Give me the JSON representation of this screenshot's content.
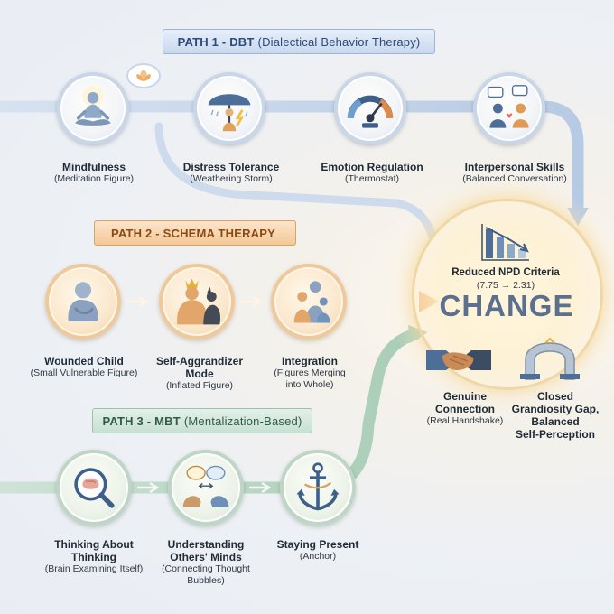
{
  "paths": [
    {
      "banner_bold": "PATH 1 - DBT",
      "banner_rest": "(Dialectical Behavior Therapy)",
      "nodes": [
        {
          "title": "Mindfulness",
          "subtitle": "(Meditation Figure)",
          "icon": "meditation-icon"
        },
        {
          "title": "Distress Tolerance",
          "subtitle": "(Weathering Storm)",
          "icon": "umbrella-storm-icon"
        },
        {
          "title": "Emotion Regulation",
          "subtitle": "(Thermostat)",
          "icon": "gauge-icon"
        },
        {
          "title": "Interpersonal Skills",
          "subtitle": "(Balanced Conversation)",
          "icon": "conversation-icon"
        }
      ]
    },
    {
      "banner_bold": "PATH 2 - SCHEMA THERAPY",
      "banner_rest": "",
      "nodes": [
        {
          "title": "Wounded Child",
          "subtitle": "(Small Vulnerable Figure)",
          "icon": "child-icon"
        },
        {
          "title": "Self-Aggrandizer Mode",
          "subtitle": "(Inflated Figure)",
          "icon": "crowned-figure-icon"
        },
        {
          "title": "Integration",
          "subtitle_l1": "(Figures Merging",
          "subtitle_l2": "into Whole)",
          "icon": "family-icon"
        }
      ]
    },
    {
      "banner_bold": "PATH 3 - MBT",
      "banner_rest": "(Mentalization-Based)",
      "nodes": [
        {
          "title_l1": "Thinking About",
          "title_l2": "Thinking",
          "subtitle": "(Brain Examining Itself)",
          "icon": "brain-magnifier-icon"
        },
        {
          "title_l1": "Understanding",
          "title_l2": "Others' Minds",
          "subtitle_l1": "(Connecting Thought",
          "subtitle_l2": "Bubbles)",
          "icon": "thought-bubbles-icon"
        },
        {
          "title": "Staying Present",
          "subtitle": "(Anchor)",
          "icon": "anchor-icon"
        }
      ]
    }
  ],
  "change": {
    "word": "CHANGE",
    "npd_title": "Reduced NPD Criteria",
    "npd_range": "(7.75 → 2.31)",
    "outcomes": [
      {
        "title_l1": "Genuine",
        "title_l2": "Connection",
        "subtitle": "(Real Handshake)",
        "icon": "handshake-icon"
      },
      {
        "title_l1": "Closed",
        "title_l2": "Grandiosity Gap,",
        "title_l3": "Balanced",
        "title_l4": "Self-Perception",
        "icon": "arch-icon"
      }
    ]
  },
  "colors": {
    "path1": "#aec3df",
    "path2": "#f0b67a",
    "path3": "#a9cdb6",
    "change_text": "#5b6f8e"
  }
}
